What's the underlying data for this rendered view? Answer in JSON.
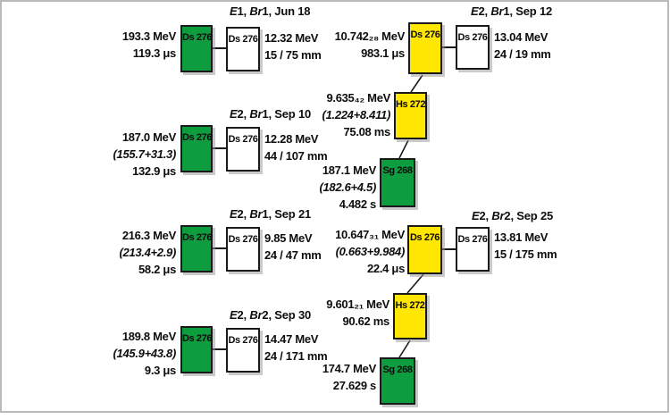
{
  "colors": {
    "green": "#0D9C3E",
    "yellow": "#FFE603",
    "border": "#1A1A1A",
    "frame": "#B6BABC"
  },
  "chains": [
    {
      "header": {
        "exp_letter": "E",
        "exp_num": "1,",
        "br_letter": "Br",
        "br_num": "1,",
        "date": "Jun 18"
      },
      "parent": {
        "label": "Ds 276"
      },
      "daughter": {
        "label": "Ds 276"
      },
      "left_lines": [
        "193.3 MeV",
        "119.3 μs"
      ],
      "right_lines": [
        "12.32 MeV",
        "15 / 75 mm"
      ]
    },
    {
      "header": {
        "exp_letter": "E",
        "exp_num": "2,",
        "br_letter": "Br",
        "br_num": "1,",
        "date": "Sep 10"
      },
      "parent": {
        "label": "Ds 276"
      },
      "daughter": {
        "label": "Ds 276"
      },
      "left_lines": [
        "187.0 MeV",
        "(155.7+31.3)",
        "132.9 μs"
      ],
      "right_lines": [
        "12.28 MeV",
        "44 / 107 mm"
      ]
    },
    {
      "header": {
        "exp_letter": "E",
        "exp_num": "2,",
        "br_letter": "Br",
        "br_num": "1,",
        "date": "Sep 21"
      },
      "parent": {
        "label": "Ds 276"
      },
      "daughter": {
        "label": "Ds 276"
      },
      "left_lines": [
        "216.3 MeV",
        "(213.4+2.9)",
        "58.2 μs"
      ],
      "right_lines": [
        "9.85 MeV",
        "24 / 47 mm"
      ]
    },
    {
      "header": {
        "exp_letter": "E",
        "exp_num": "2,",
        "br_letter": "Br",
        "br_num": "2,",
        "date": "Sep 30"
      },
      "parent": {
        "label": "Ds 276"
      },
      "daughter": {
        "label": "Ds 276"
      },
      "left_lines": [
        "189.8 MeV",
        "(145.9+43.8)",
        "9.3 μs"
      ],
      "right_lines": [
        "14.47 MeV",
        "24 / 171 mm"
      ]
    },
    {
      "header": {
        "exp_letter": "E",
        "exp_num": "2,",
        "br_letter": "Br",
        "br_num": "1,",
        "date": "Sep 12"
      },
      "parent": {
        "label": "Ds 276"
      },
      "daughter": {
        "label": "Ds 276"
      },
      "left_lines": [
        "10.742₂₈ MeV",
        "983.1 μs"
      ],
      "right_lines": [
        "13.04 MeV",
        "24 / 19 mm"
      ],
      "descendants": [
        {
          "label": "Hs 272",
          "lines": [
            "9.635₄₂ MeV",
            "(1.224+8.411)",
            "75.08 ms"
          ]
        },
        {
          "label": "Sg 268",
          "lines": [
            "187.1 MeV",
            "(182.6+4.5)",
            "4.482 s"
          ]
        }
      ]
    },
    {
      "header": {
        "exp_letter": "E",
        "exp_num": "2,",
        "br_letter": "Br",
        "br_num": "2,",
        "date": "Sep 25"
      },
      "parent": {
        "label": "Ds 276"
      },
      "daughter": {
        "label": "Ds 276"
      },
      "left_lines": [
        "10.647₃₁ MeV",
        "(0.663+9.984)",
        "22.4 μs"
      ],
      "right_lines": [
        "13.81 MeV",
        "15 / 175 mm"
      ],
      "descendants": [
        {
          "label": "Hs 272",
          "lines": [
            "9.601₂₁ MeV",
            "90.62 ms"
          ]
        },
        {
          "label": "Sg 268",
          "lines": [
            "174.7 MeV",
            "27.629 s"
          ]
        }
      ]
    }
  ]
}
